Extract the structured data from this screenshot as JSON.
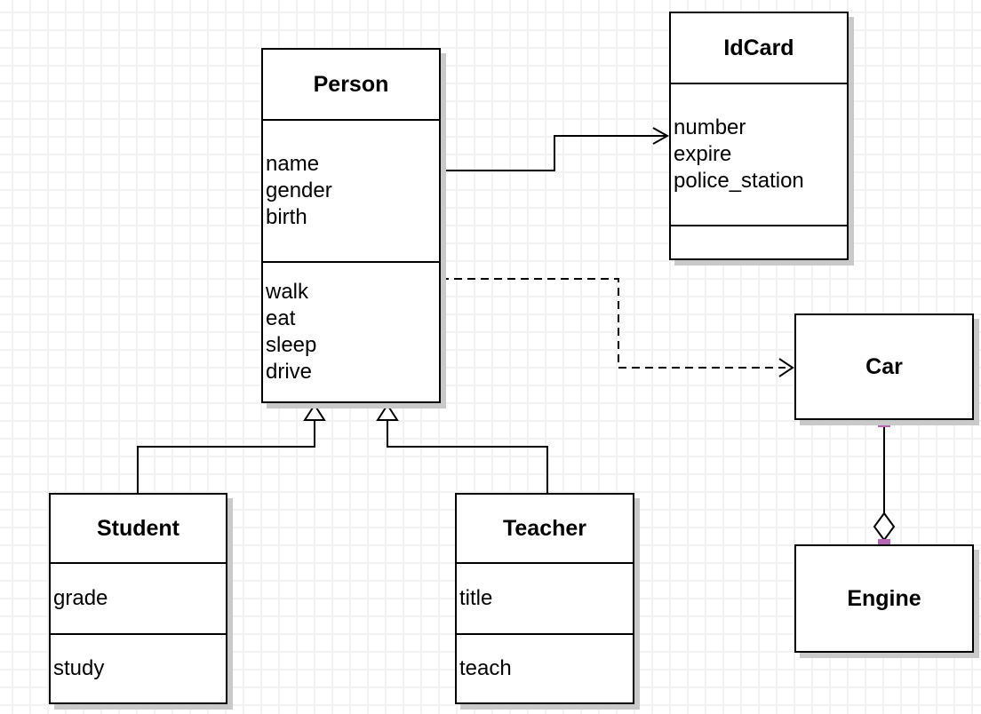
{
  "classes": {
    "person": {
      "name": "Person",
      "attributes": [
        "name",
        "gender",
        "birth"
      ],
      "methods": [
        "walk",
        "eat",
        "sleep",
        "drive"
      ]
    },
    "idcard": {
      "name": "IdCard",
      "attributes": [
        "number",
        "expire",
        "police_station"
      ],
      "methods": []
    },
    "car": {
      "name": "Car",
      "attributes": [],
      "methods": []
    },
    "engine": {
      "name": "Engine",
      "attributes": [],
      "methods": []
    },
    "student": {
      "name": "Student",
      "attributes": [
        "grade"
      ],
      "methods": [
        "study"
      ]
    },
    "teacher": {
      "name": "Teacher",
      "attributes": [
        "title"
      ],
      "methods": [
        "teach"
      ]
    }
  },
  "relationships": [
    {
      "from": "Person",
      "to": "IdCard",
      "type": "association",
      "line": "solid",
      "arrow": "open"
    },
    {
      "from": "Person",
      "to": "Car",
      "type": "dependency",
      "line": "dashed",
      "arrow": "open"
    },
    {
      "from": "Student",
      "to": "Person",
      "type": "generalization",
      "line": "solid",
      "arrow": "hollow-triangle"
    },
    {
      "from": "Teacher",
      "to": "Person",
      "type": "generalization",
      "line": "solid",
      "arrow": "hollow-triangle"
    },
    {
      "from": "Car",
      "to": "Engine",
      "type": "aggregation",
      "line": "solid",
      "arrow": "hollow-diamond"
    }
  ],
  "colors": {
    "line": "#000000",
    "box_fill": "#ffffff",
    "box_shadow": "#c9c9c9",
    "grid_line": "#f2f2f2",
    "connection_handle": "#b567b5"
  }
}
